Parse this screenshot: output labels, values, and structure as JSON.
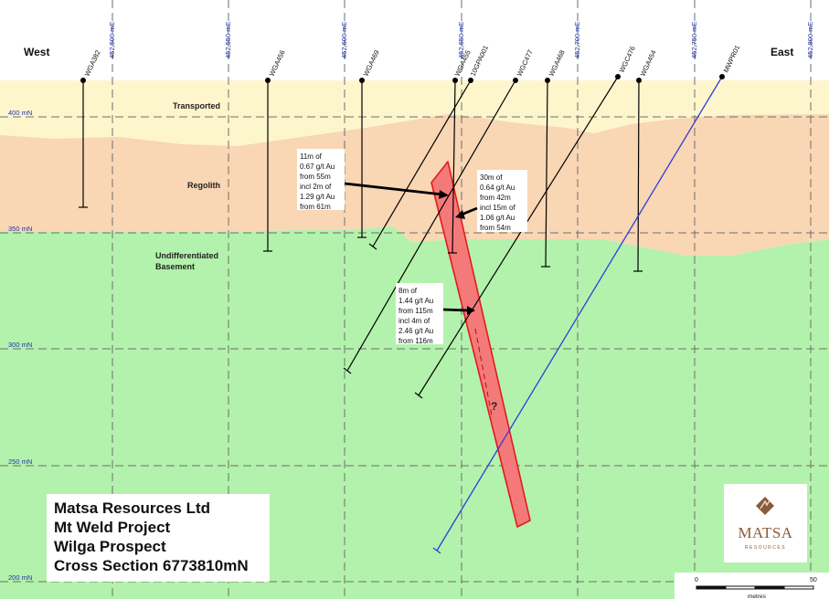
{
  "compass": {
    "west": "West",
    "east": "East"
  },
  "eastings": [
    "452,500 mE",
    "452,550 mE",
    "452,600 mE",
    "452,650 mE",
    "452,700 mE",
    "452,750 mE",
    "452,800 mE"
  ],
  "northings": [
    "400 mN",
    "350 mN",
    "300 mN",
    "250 mN",
    "200 mN"
  ],
  "units": [
    "Transported",
    "Regolith",
    "Undifferentiated",
    "Basement"
  ],
  "holes": [
    "WGA382",
    "WGA456",
    "WGA469",
    "WGA455",
    "10GPA001",
    "WGC477",
    "WGA468",
    "WGC476",
    "WGA454",
    "MWPR01"
  ],
  "intercepts": [
    [
      "11m of",
      "0.67 g/t Au",
      "from 55m",
      "incl 2m of",
      "1.29 g/t Au",
      "from 61m"
    ],
    [
      "30m of",
      "0.64 g/t Au",
      "from 42m",
      "incl 15m of",
      "1.06 g/t Au",
      "from 54m"
    ],
    [
      "8m of",
      "1.44 g/t Au",
      "from 115m",
      "incl 4m of",
      "2.46 g/t Au",
      "from 116m"
    ]
  ],
  "uncertain_mark": "?",
  "title_block": [
    "Matsa Resources Ltd",
    "Mt Weld Project",
    "Wilga Prospect",
    "Cross Section 6773810mN"
  ],
  "logo": {
    "name": "MATSA",
    "subtitle": "RESOURCES"
  },
  "scale_bar": {
    "start": "0",
    "end": "50",
    "unit": "metres"
  },
  "colors": {
    "transported": "#fdf6cc",
    "regolith": "#f9d6b4",
    "basement": "#b3f2ac",
    "ore_zone": "#f47a7a",
    "ore_outline": "#e01c1c",
    "grid": "#6e6e6e",
    "easting_text": "#2233aa",
    "mwpr01_trace": "#2c3fd6",
    "drill_trace": "#000000",
    "logo": "#8a5a3c"
  }
}
